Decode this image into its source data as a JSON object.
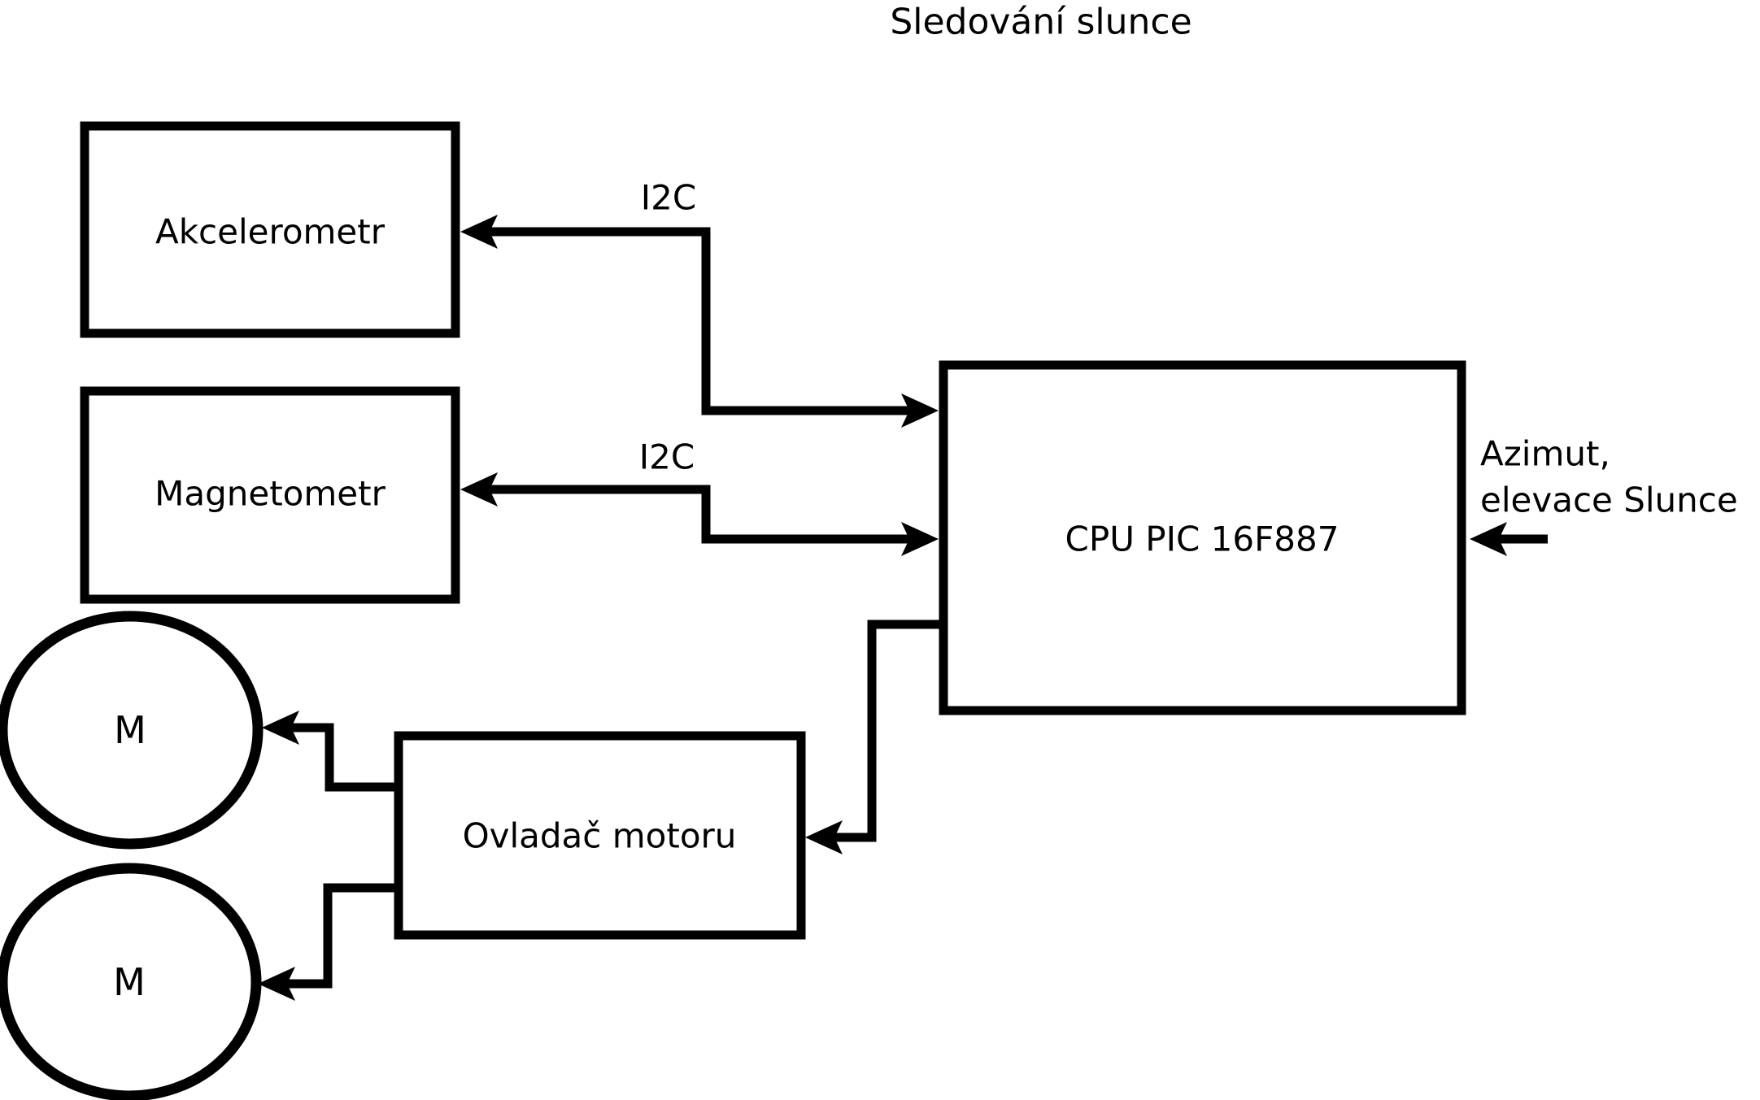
{
  "title": "Sledování slunce",
  "colors": {
    "stroke": "#000000",
    "fill": "#ffffff",
    "background": "#ffffff"
  },
  "nodes": {
    "akcelerometr": {
      "label": "Akcelerometr"
    },
    "magnetometr": {
      "label": "Magnetometr"
    },
    "cpu": {
      "label": "CPU PIC 16F887"
    },
    "motor_driver": {
      "label": "Ovladač motoru"
    },
    "motor_top": {
      "label": "M"
    },
    "motor_bottom": {
      "label": "M"
    }
  },
  "labels": {
    "i2c_akcelerometr": "I2C",
    "i2c_magnetometr": "I2C",
    "cpu_input_line1": "Azimut,",
    "cpu_input_line2": "elevace Slunce"
  }
}
